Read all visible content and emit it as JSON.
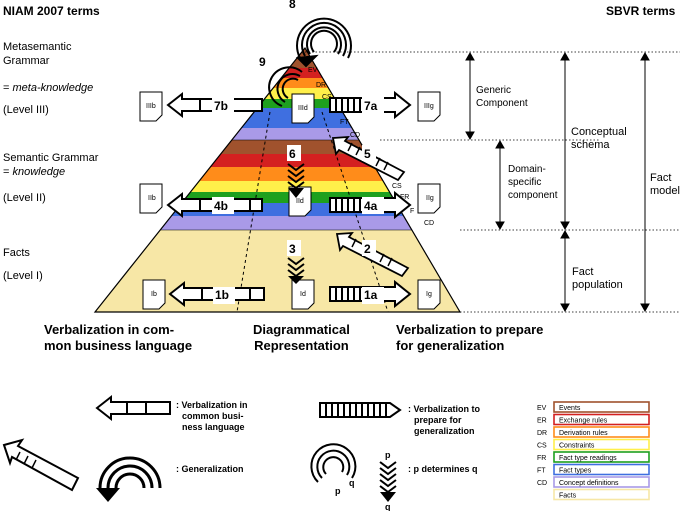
{
  "headers": {
    "left": "NIAM 2007 terms",
    "right": "SBVR terms"
  },
  "levels": {
    "level3": {
      "line1": "Metasemantic",
      "line2": "Grammar",
      "eq": "= ",
      "eq_italic": "meta-knowledge",
      "level": "(Level III)"
    },
    "level2": {
      "line1": "Semantic Grammar",
      "eq": "= ",
      "eq_italic": "knowledge",
      "level": "(Level II)"
    },
    "level1": {
      "line1": "Facts",
      "level": "(Level I)"
    }
  },
  "sbvr": {
    "generic": [
      "Generic",
      "Component"
    ],
    "domain": [
      "Domain-",
      "specific",
      "component"
    ],
    "conceptual": [
      "Conceptual",
      "schema"
    ],
    "fact_population": [
      "Fact",
      "population"
    ],
    "fact_model": [
      "Fact",
      "model"
    ]
  },
  "boxes": {
    "IIIb": "IIIb",
    "IIId": "IIId",
    "IIIg": "IIIg",
    "IIb": "IIb",
    "IId": "IId",
    "IIg": "IIg",
    "Ib": "Ib",
    "Id": "Id",
    "Ig": "Ig"
  },
  "arrow_labels": {
    "7b": "7b",
    "7a": "7a",
    "4b": "4b",
    "4a": "4a",
    "1b": "1b",
    "1a": "1a",
    "6": "6",
    "3": "3",
    "5": "5",
    "2": "2",
    "8": "8",
    "9": "9"
  },
  "layer_labels": {
    "EV": "EV",
    "ER": "ER",
    "DR": "DR",
    "CS": "CS",
    "FR": "FR",
    "FT": "FT",
    "CD": "CD",
    "F": "F"
  },
  "columns": {
    "left": [
      "Verbalization in com-",
      "mon business language"
    ],
    "middle": [
      "Diagrammatical",
      "Representation"
    ],
    "right": [
      "Verbalization to prepare",
      "for generalization"
    ]
  },
  "legend_text": {
    "business": [
      ": Verbalization in",
      "common busi-",
      "ness language"
    ],
    "prepare": [
      ": Verbalization to",
      "prepare for",
      "generalization"
    ],
    "generalization": ": Generalization",
    "determines": ": p determines q",
    "p": "p",
    "q": "q"
  },
  "legend": [
    {
      "abbr": "EV",
      "label": "Events",
      "color": "#a0522d"
    },
    {
      "abbr": "ER",
      "label": "Exchange rules",
      "color": "#d42020"
    },
    {
      "abbr": "DR",
      "label": "Derivation rules",
      "color": "#ff8c1a"
    },
    {
      "abbr": "CS",
      "label": "Constraints",
      "color": "#ffef4a"
    },
    {
      "abbr": "FR",
      "label": "Fact type readings",
      "color": "#1ea01e"
    },
    {
      "abbr": "FT",
      "label": "Fact types",
      "color": "#3f6fe0"
    },
    {
      "abbr": "CD",
      "label": "Concept definitions",
      "color": "#a99ae8"
    },
    {
      "abbr": "",
      "label": "Facts",
      "color": "#f7e7a6"
    }
  ]
}
